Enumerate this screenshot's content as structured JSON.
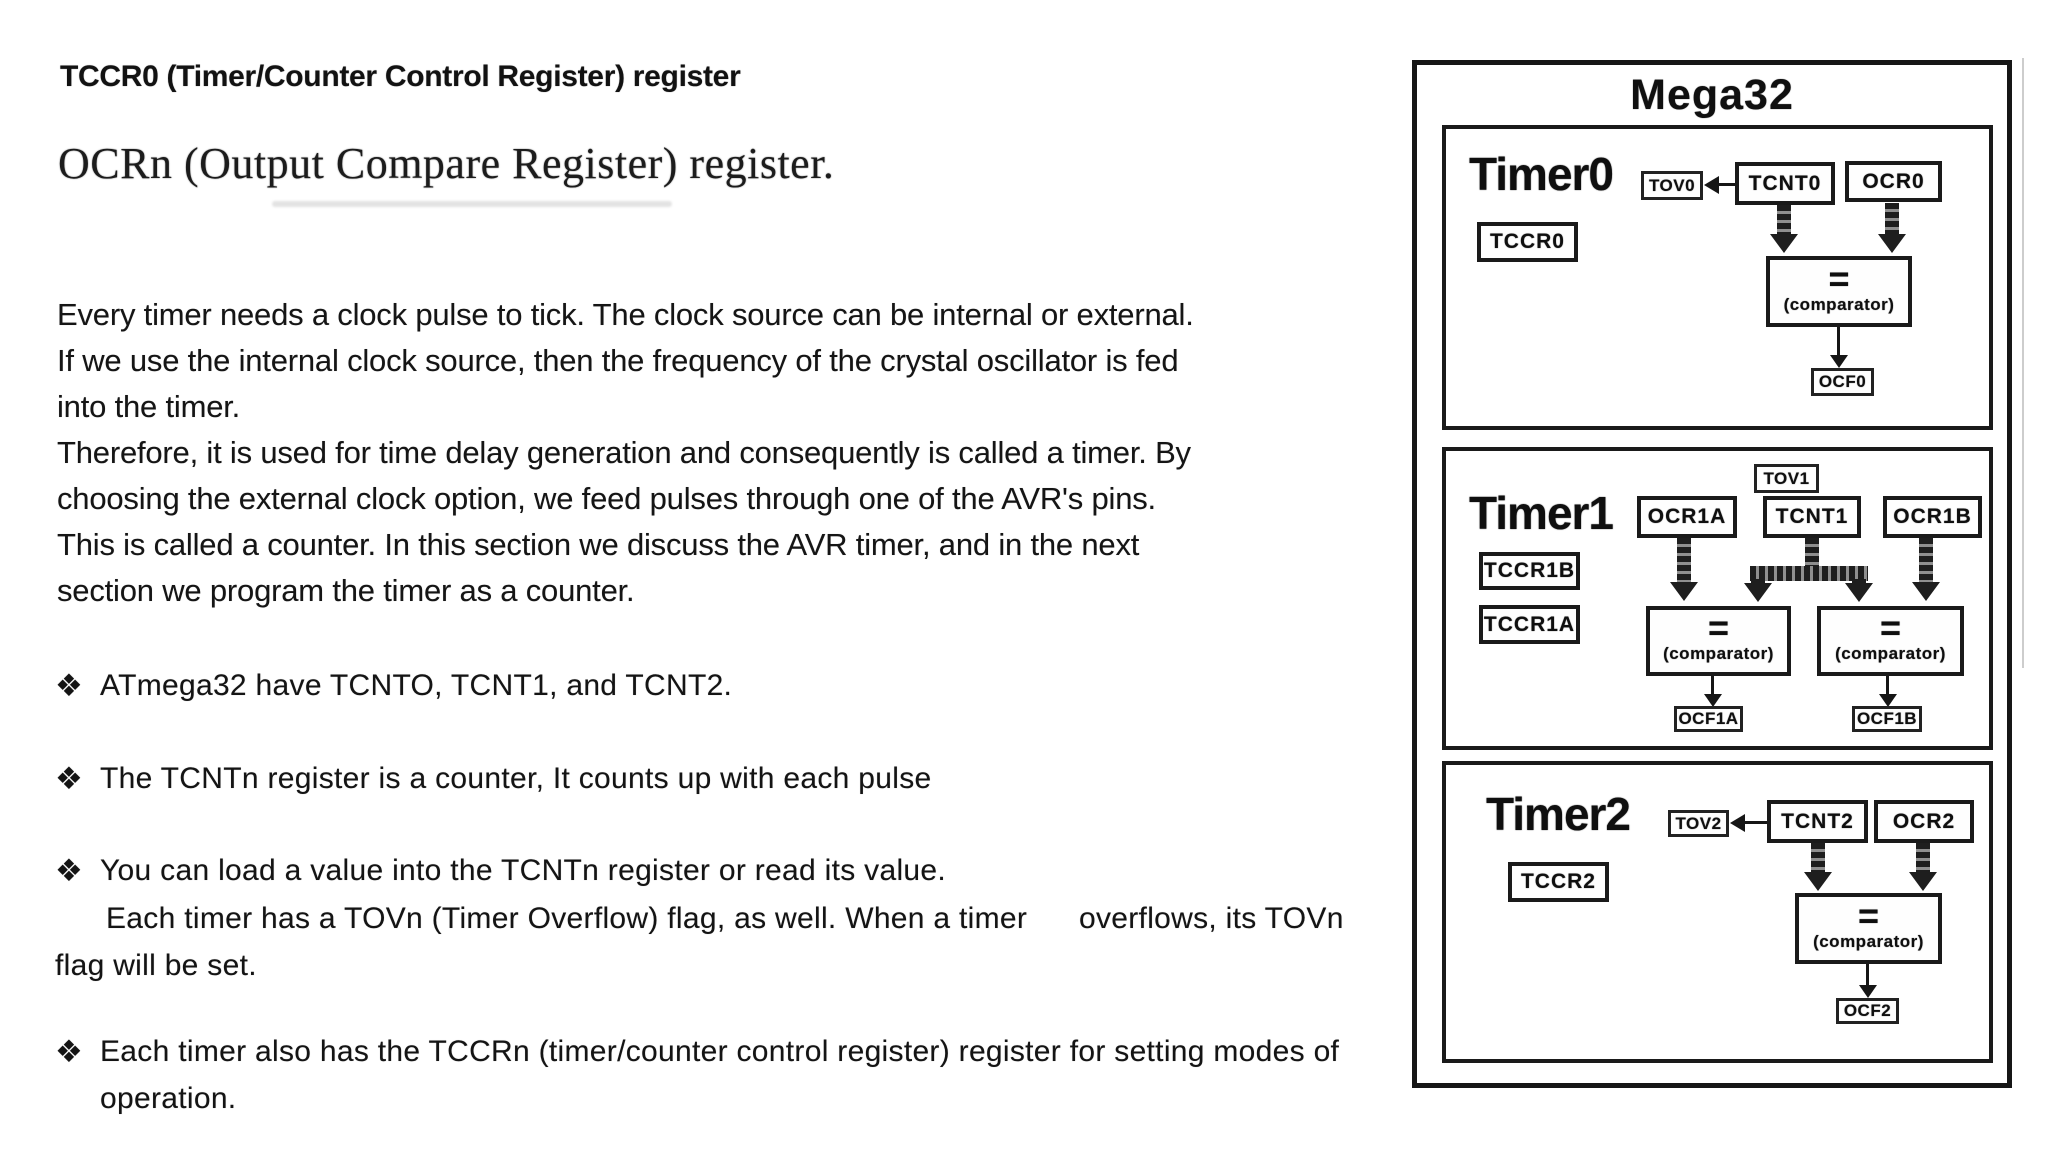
{
  "header": {
    "title": "TCCR0 (Timer/Counter Control Register) register",
    "subtitle": "OCRn (Output Compare Register) register."
  },
  "intro": "Every timer needs a clock pulse to tick. The clock source can be internal or external.\nIf we use the internal clock source, then the frequency of the crystal oscillator is fed\ninto the timer.\nTherefore, it is used for time delay generation and consequently is called a timer. By\nchoosing the external clock option, we feed pulses through one of the AVR's pins.\nThis is called a counter. In this section we discuss the AVR timer, and in the next\nsection we program the timer as a counter.",
  "bullets": {
    "marker": "❖",
    "item1": "ATmega32 have TCNTO, TCNT1, and TCNT2.",
    "item2": "The TCNTn register is a counter, It counts up with each pulse",
    "item3": "You can load a value into the TCNTn register or read its value.",
    "item3_cont": "Each timer has a TOVn (Timer Overflow) flag, as well. When a timer      overflows, its TOVn",
    "item3_cont2": "flag will be set.",
    "item4": "Each timer also has the TCCRn (timer/counter control register) register for setting modes of\noperation."
  },
  "diagram": {
    "title": "Mega32",
    "timer0": {
      "label": "Timer0",
      "tov": "TOV0",
      "tcnt": "TCNT0",
      "ocr": "OCR0",
      "tccr": "TCCR0",
      "eq": "=",
      "comparator": "(comparator)",
      "ocf": "OCF0"
    },
    "timer1": {
      "label": "Timer1",
      "tov": "TOV1",
      "ocr_a": "OCR1A",
      "tcnt": "TCNT1",
      "ocr_b": "OCR1B",
      "tccr_b": "TCCR1B",
      "tccr_a": "TCCR1A",
      "eq": "=",
      "comparator": "(comparator)",
      "ocf_a": "OCF1A",
      "ocf_b": "OCF1B"
    },
    "timer2": {
      "label": "Timer2",
      "tov": "TOV2",
      "tcnt": "TCNT2",
      "ocr": "OCR2",
      "tccr": "TCCR2",
      "eq": "=",
      "comparator": "(comparator)",
      "ocf": "OCF2"
    }
  }
}
